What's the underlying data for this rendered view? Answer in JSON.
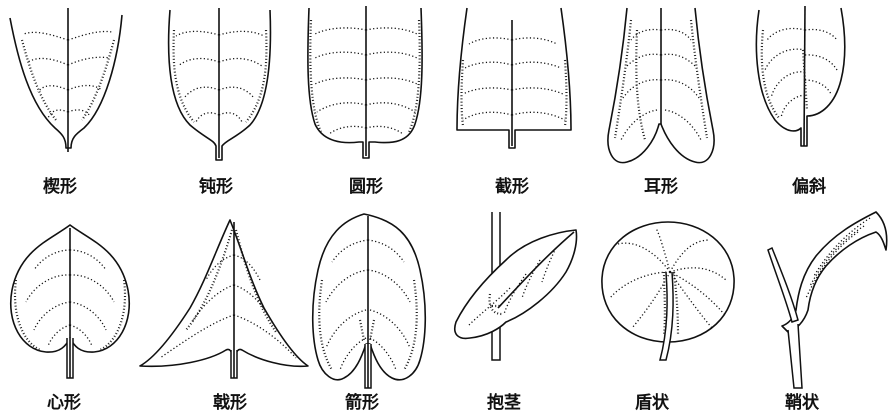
{
  "labels": {
    "cuneate": "楔形",
    "obtuse": "钝形",
    "rounded": "圆形",
    "truncate": "截形",
    "auriculate": "耳形",
    "oblique": "偏斜",
    "cordate": "心形",
    "hastate": "戟形",
    "sagittate": "箭形",
    "amplexicaul": "抱茎",
    "peltate": "盾状",
    "sheathing": "鞘状"
  }
}
